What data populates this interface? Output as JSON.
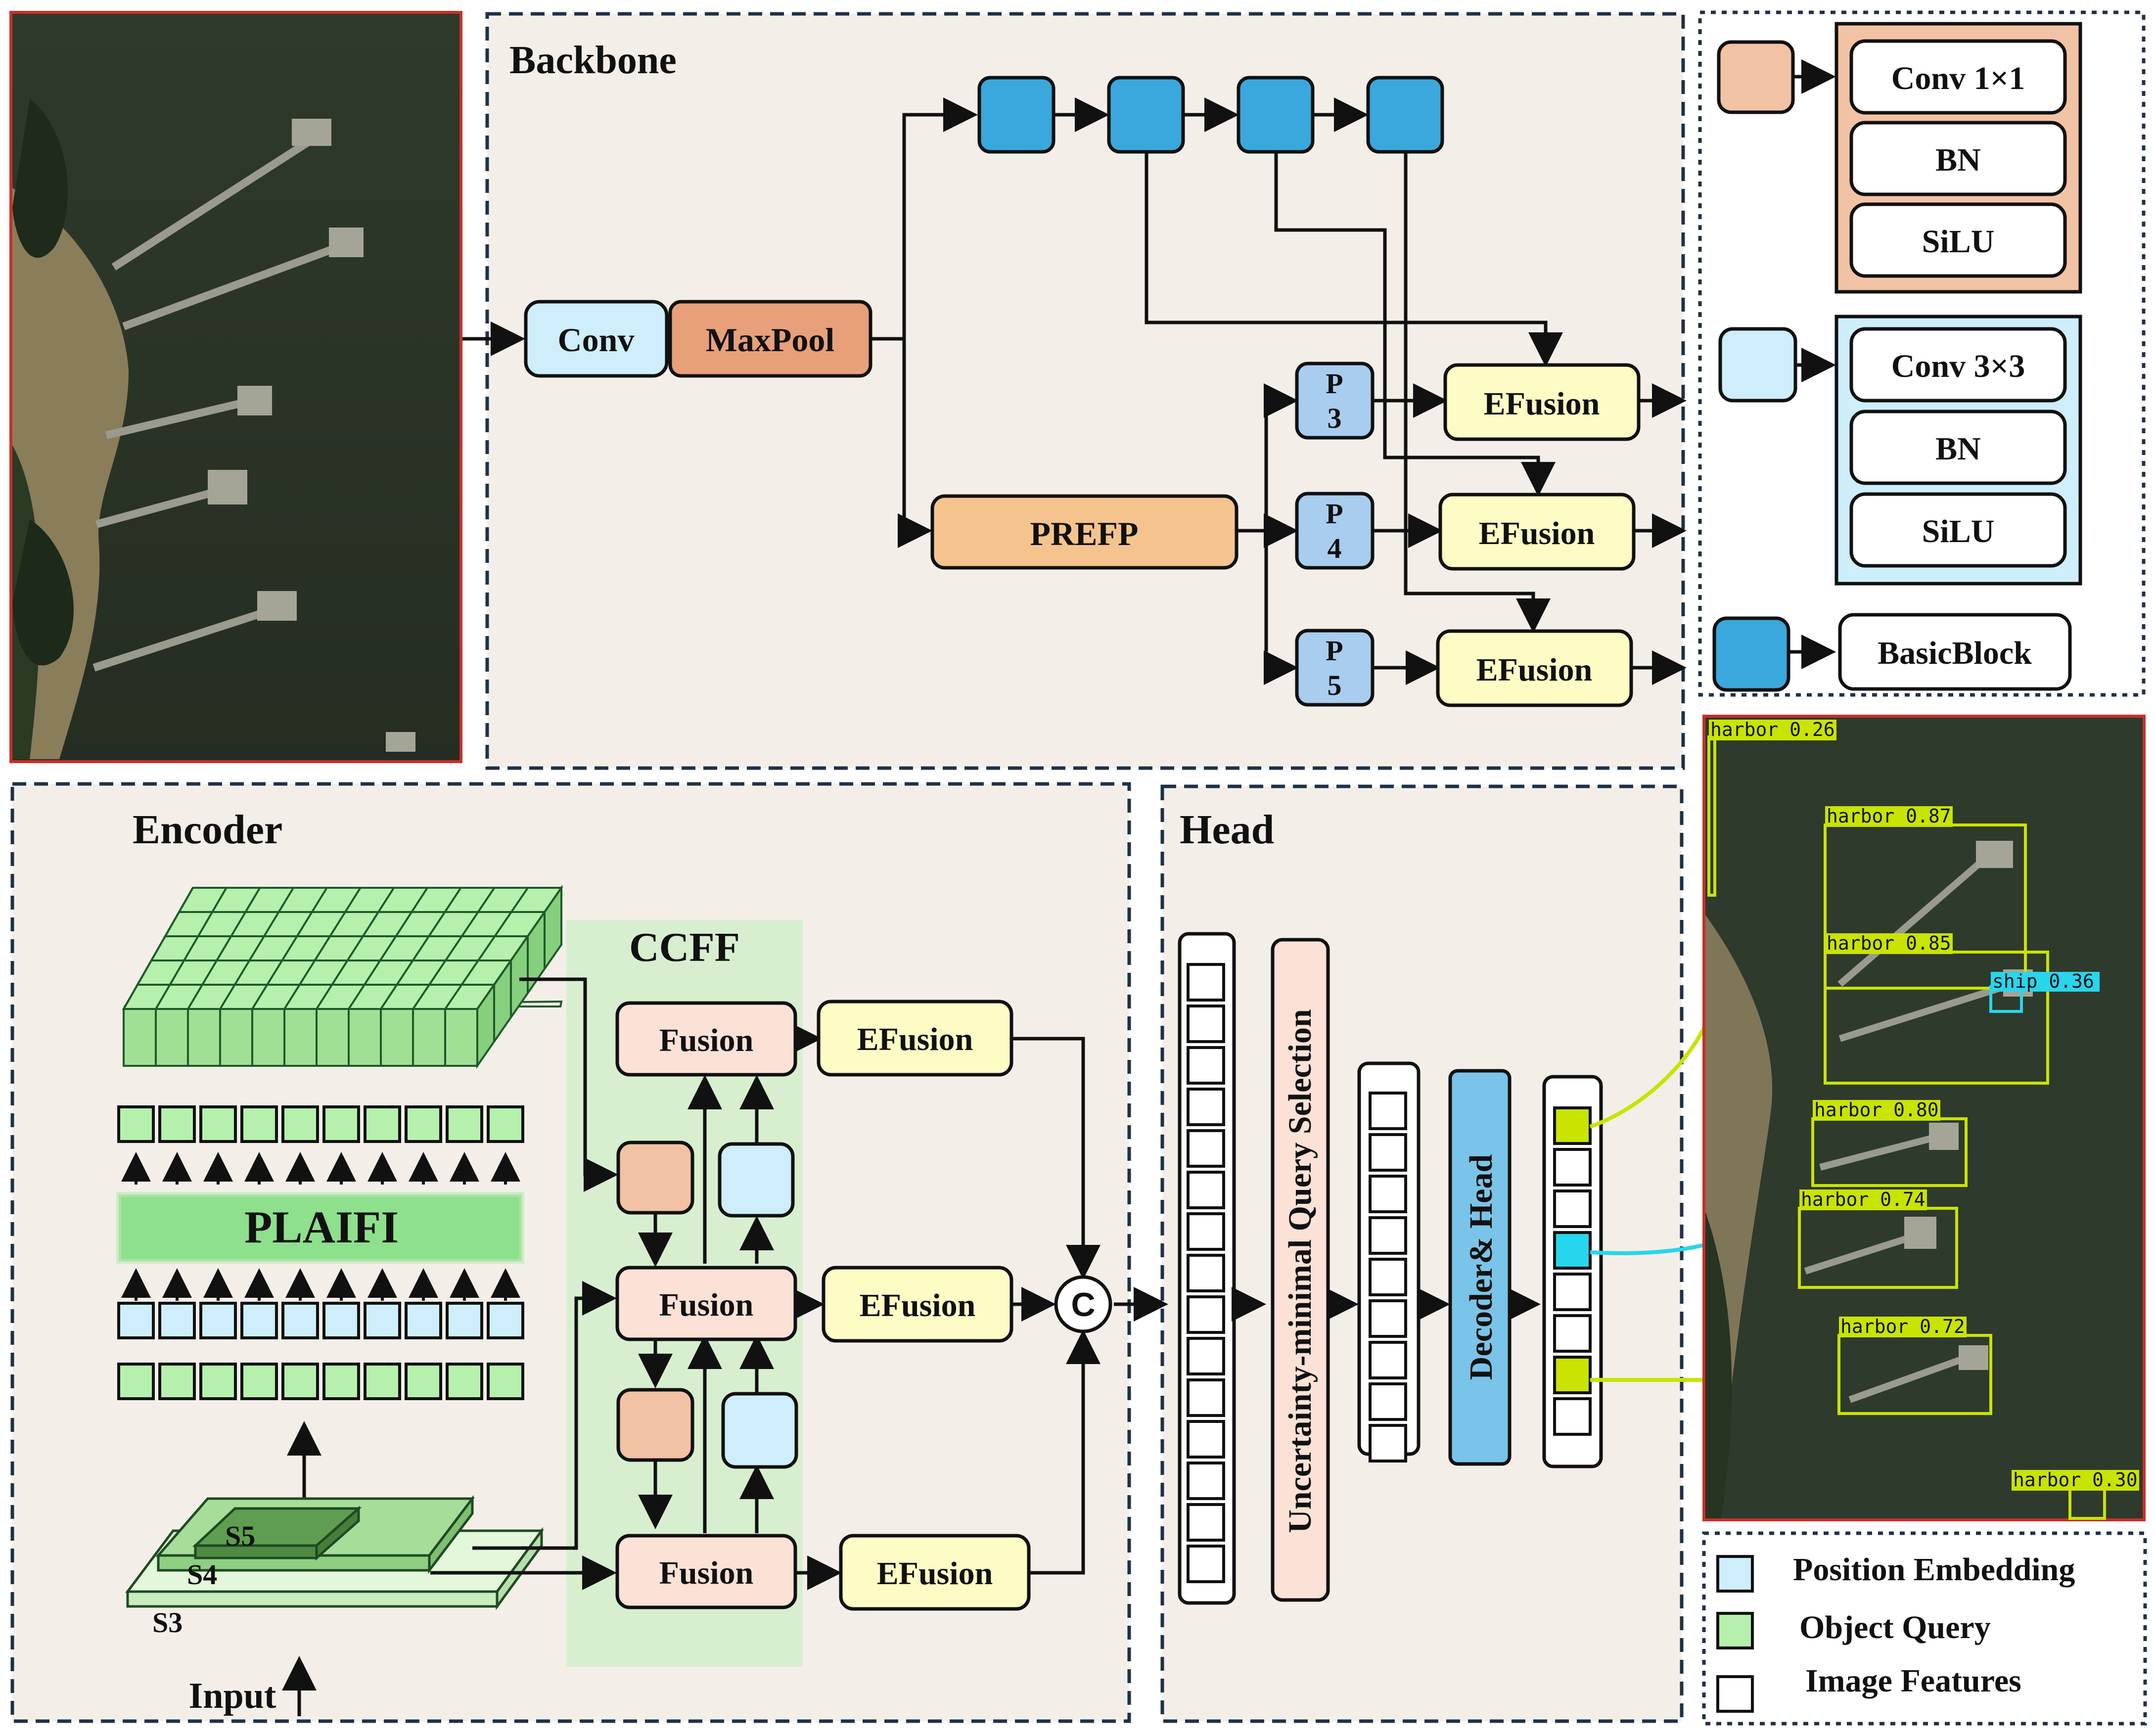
{
  "sections": {
    "backbone": "Backbone",
    "encoder": "Encoder",
    "head": "Head"
  },
  "backbone": {
    "conv": "Conv",
    "maxpool": "MaxPool",
    "prefp": "PREFP",
    "p3": [
      "P",
      "3"
    ],
    "p4": [
      "P",
      "4"
    ],
    "p5": [
      "P",
      "5"
    ],
    "efusion": "EFusion"
  },
  "legend_blocks": {
    "block1": [
      "Conv 1×1",
      "BN",
      "SiLU"
    ],
    "block2": [
      "Conv 3×3",
      "BN",
      "SiLU"
    ],
    "basicblock": "BasicBlock"
  },
  "encoder": {
    "plaifi": "PLAIFI",
    "ccff": "CCFF",
    "fusion": "Fusion",
    "efusion": "EFusion",
    "concat": "C",
    "s5": "S5",
    "s4": "S4",
    "s3": "S3",
    "input": "Input"
  },
  "head": {
    "query_selection": "Uncertainty-minimal Query Selection",
    "decoder": "Decoder& Head"
  },
  "detections": [
    {
      "label": "harbor 0.26"
    },
    {
      "label": "harbor 0.87"
    },
    {
      "label": "harbor 0.85"
    },
    {
      "label": "ship 0.36"
    },
    {
      "label": "harbor 0.80"
    },
    {
      "label": "harbor 0.74"
    },
    {
      "label": "harbor 0.72"
    },
    {
      "label": "harbor 0.30"
    }
  ],
  "legend": {
    "position_embedding": "Position Embedding",
    "object_query": "Object Query",
    "image_features": "Image Features"
  },
  "colors": {
    "basic_block": "#3aa8dc",
    "conv1x1": "#f2c2a4",
    "conv3x3": "#cdeefa",
    "efusion": "#fdfcc5",
    "prefp": "#f5c48e",
    "p_block": "#a8cdef",
    "fusion": "#fbe1d6",
    "ccff_bg": "#d7efcf",
    "plaifi": "#8ee08c",
    "grid_green": "#b6f0ad",
    "decoder": "#79c4e8",
    "query_yellow": "#c8e400",
    "query_cyan": "#27d6ec",
    "panel_bg": "#f3efe8"
  }
}
